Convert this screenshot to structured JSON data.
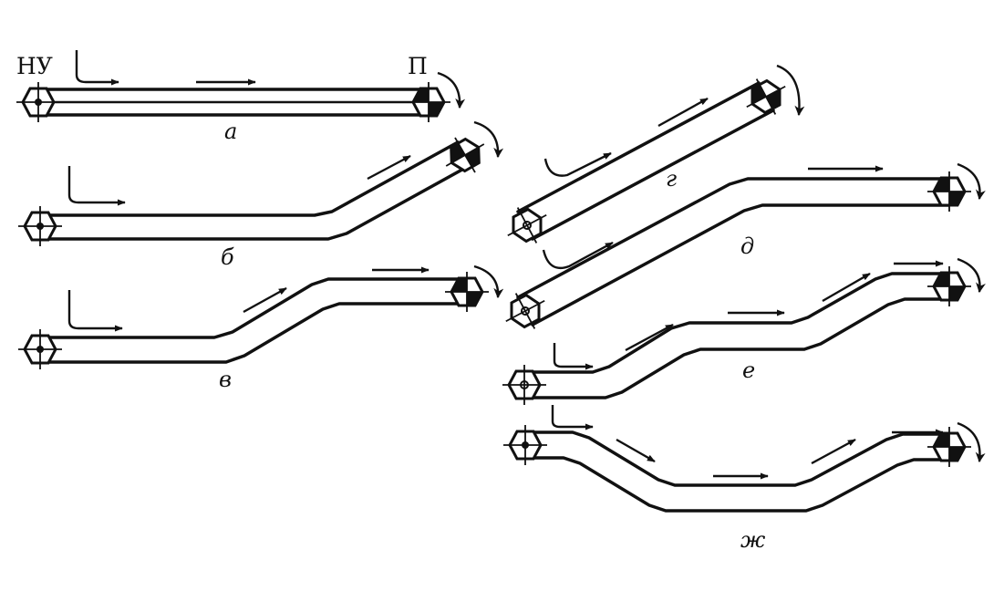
{
  "labels": {
    "loading_unit": "НУ",
    "drive": "П"
  },
  "variants": {
    "a": "а",
    "b": "б",
    "v": "в",
    "g": "г",
    "d": "д",
    "e": "е",
    "zh": "ж"
  },
  "colors": {
    "ink": "#111111",
    "background": "#ffffff"
  }
}
